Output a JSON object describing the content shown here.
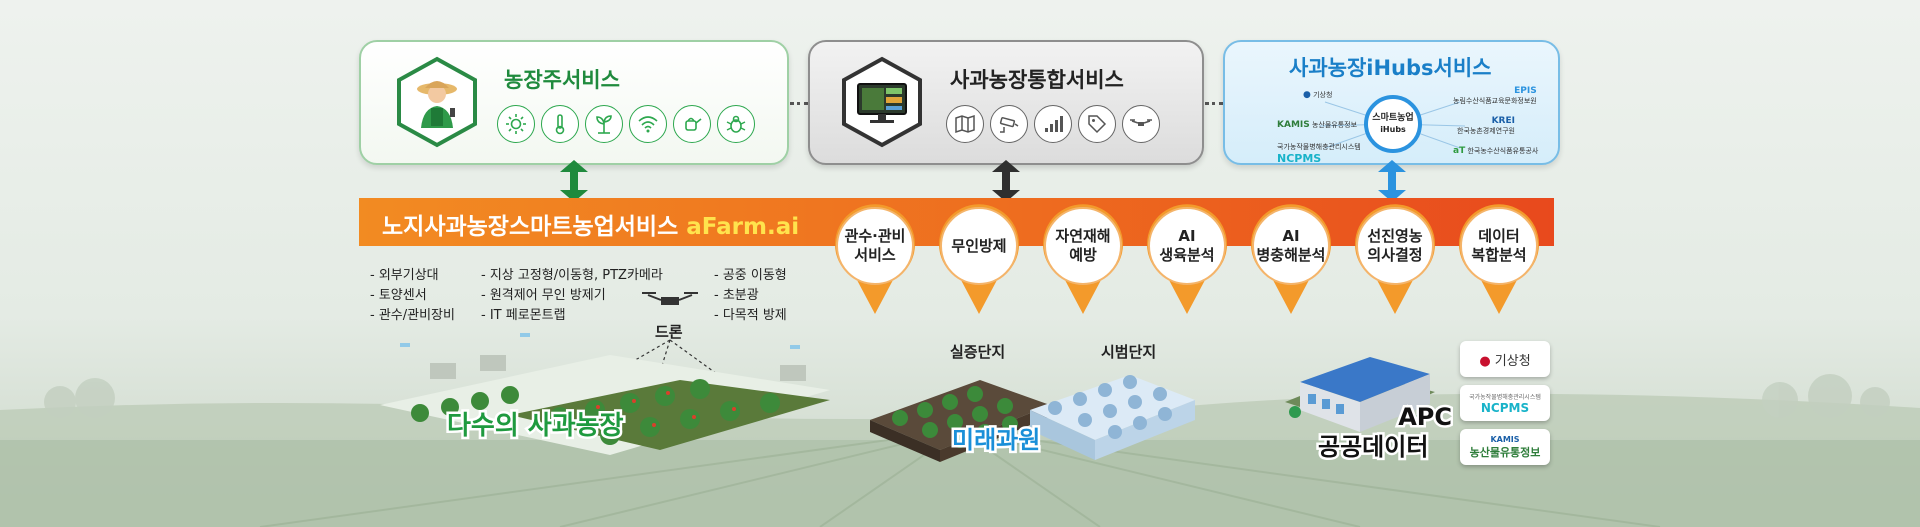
{
  "services": {
    "farmer": {
      "title": "농장주서비스",
      "icons": [
        "sun-icon",
        "thermometer-icon",
        "sprout-icon",
        "wifi-icon",
        "watering-can-icon",
        "bug-icon"
      ]
    },
    "integrated": {
      "title": "사과농장통합서비스",
      "icons": [
        "map-icon",
        "cctv-camera-icon",
        "signal-bars-icon",
        "tag-icon",
        "drone-icon"
      ]
    },
    "ihubs": {
      "title": "사과농장iHubs서비스",
      "hub_line1": "스마트농업",
      "hub_line2": "iHubs",
      "logos": [
        {
          "name": "기상청",
          "sub": ""
        },
        {
          "name": "EPIS",
          "sub": "농림수산식품교육문화정보원"
        },
        {
          "name": "KAMIS",
          "sub": "농산물유통정보"
        },
        {
          "name": "KREI",
          "sub": "한국농촌경제연구원"
        },
        {
          "name": "NCPMS",
          "sub": "국가농작물병해충관리시스템"
        },
        {
          "name": "aT",
          "sub": "한국농수산식품유통공사"
        }
      ]
    }
  },
  "band": {
    "title": "노지사과농장스마트농업서비스",
    "brand": "aFarm.ai",
    "services": [
      "관수·관비\n서비스",
      "무인방제",
      "자연재해\n예방",
      "AI\n생육분석",
      "AI\n병충해분석",
      "선진영농\n의사결정",
      "데이터\n복합분석"
    ]
  },
  "equipment": {
    "col1": [
      "- 외부기상대",
      "- 토양센서",
      "- 관수/관비장비"
    ],
    "col2": [
      "- 지상 고정형/이동형, PTZ카메라",
      "- 원격제어 무인 방제기",
      "- IT 페로몬트랩"
    ],
    "col3": [
      "- 공중 이동형",
      "- 초분광",
      "- 다목적 방제"
    ],
    "drone_label": "드론"
  },
  "scenes": {
    "orchards": "다수의 사과농장",
    "future": "미래과원",
    "demo_site": "실증단지",
    "pilot_site": "시범단지",
    "apc_line1": "APC",
    "apc_line2": "공공데이터"
  },
  "public_logos": [
    {
      "main": "기상청",
      "sub": ""
    },
    {
      "main": "NCPMS",
      "sub": "국가농작물병해충관리시스템"
    },
    {
      "main": "농산물유통정보",
      "sub": "KAMIS"
    }
  ],
  "colors": {
    "farmer_accent": "#1f8a3d",
    "integrated_accent": "#222222",
    "ihubs_accent": "#1a7fc8",
    "band_start": "#f28b22",
    "band_end": "#e8491d",
    "brand": "#ffe34d"
  }
}
